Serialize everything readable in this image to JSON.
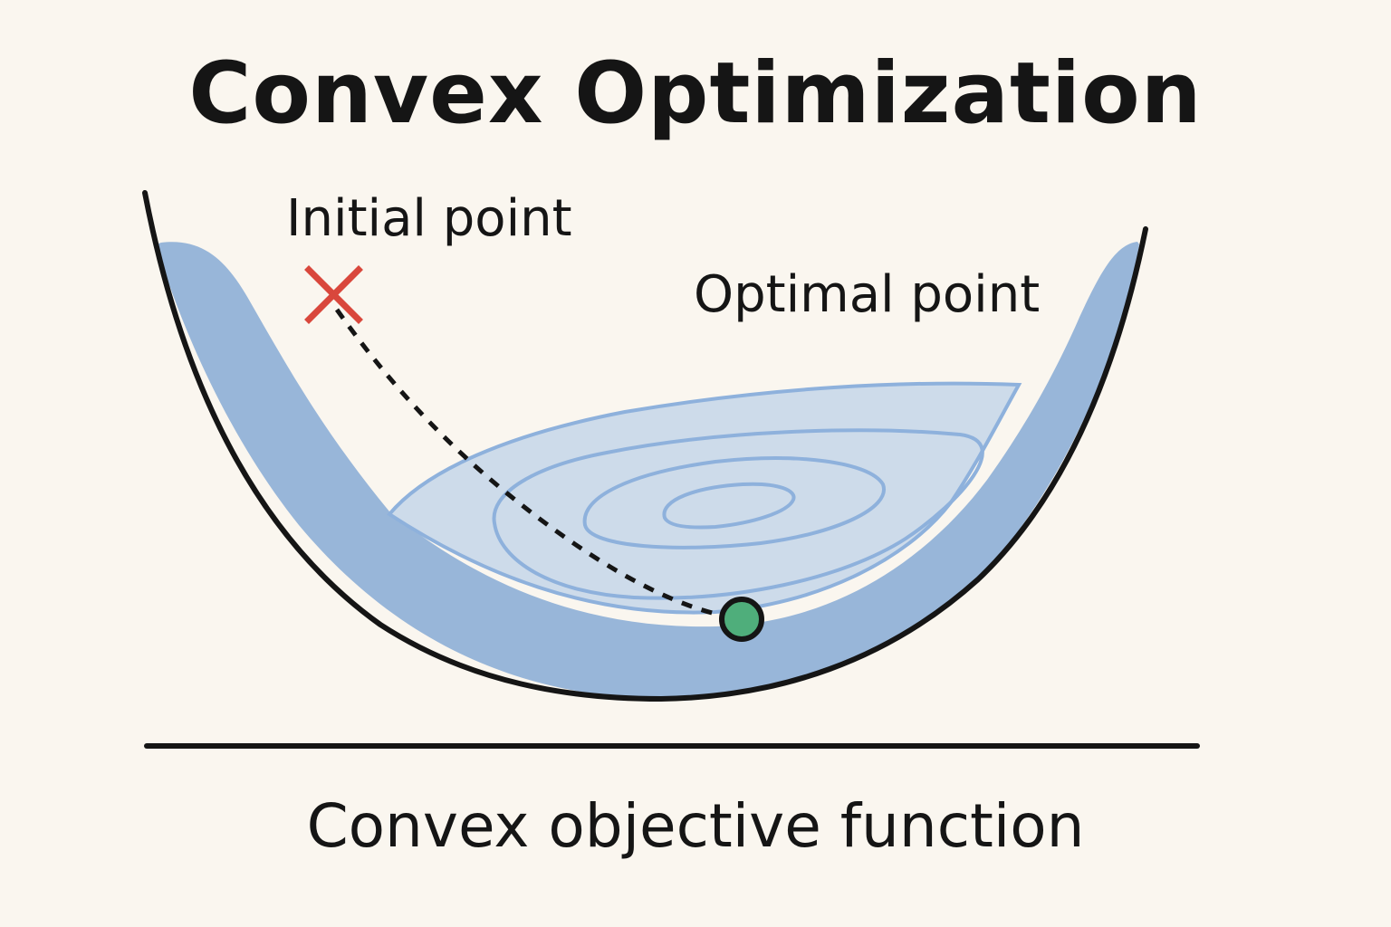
{
  "title": "Convex Optimization",
  "labels": {
    "initial_point": "Initial point",
    "optimal_point": "Optimal point"
  },
  "caption": "Convex objective function",
  "icons": {
    "initial_marker": "x-mark-icon",
    "optimal_marker": "circle-dot-icon"
  },
  "colors": {
    "background": "#faf6ef",
    "bowl_fill": "#98b6d9",
    "contour_fill": "#cddbea",
    "contour_line": "#8eb1dc",
    "outline": "#151515",
    "initial_marker": "#d9473c",
    "optimal_marker": "#4fae7b"
  }
}
